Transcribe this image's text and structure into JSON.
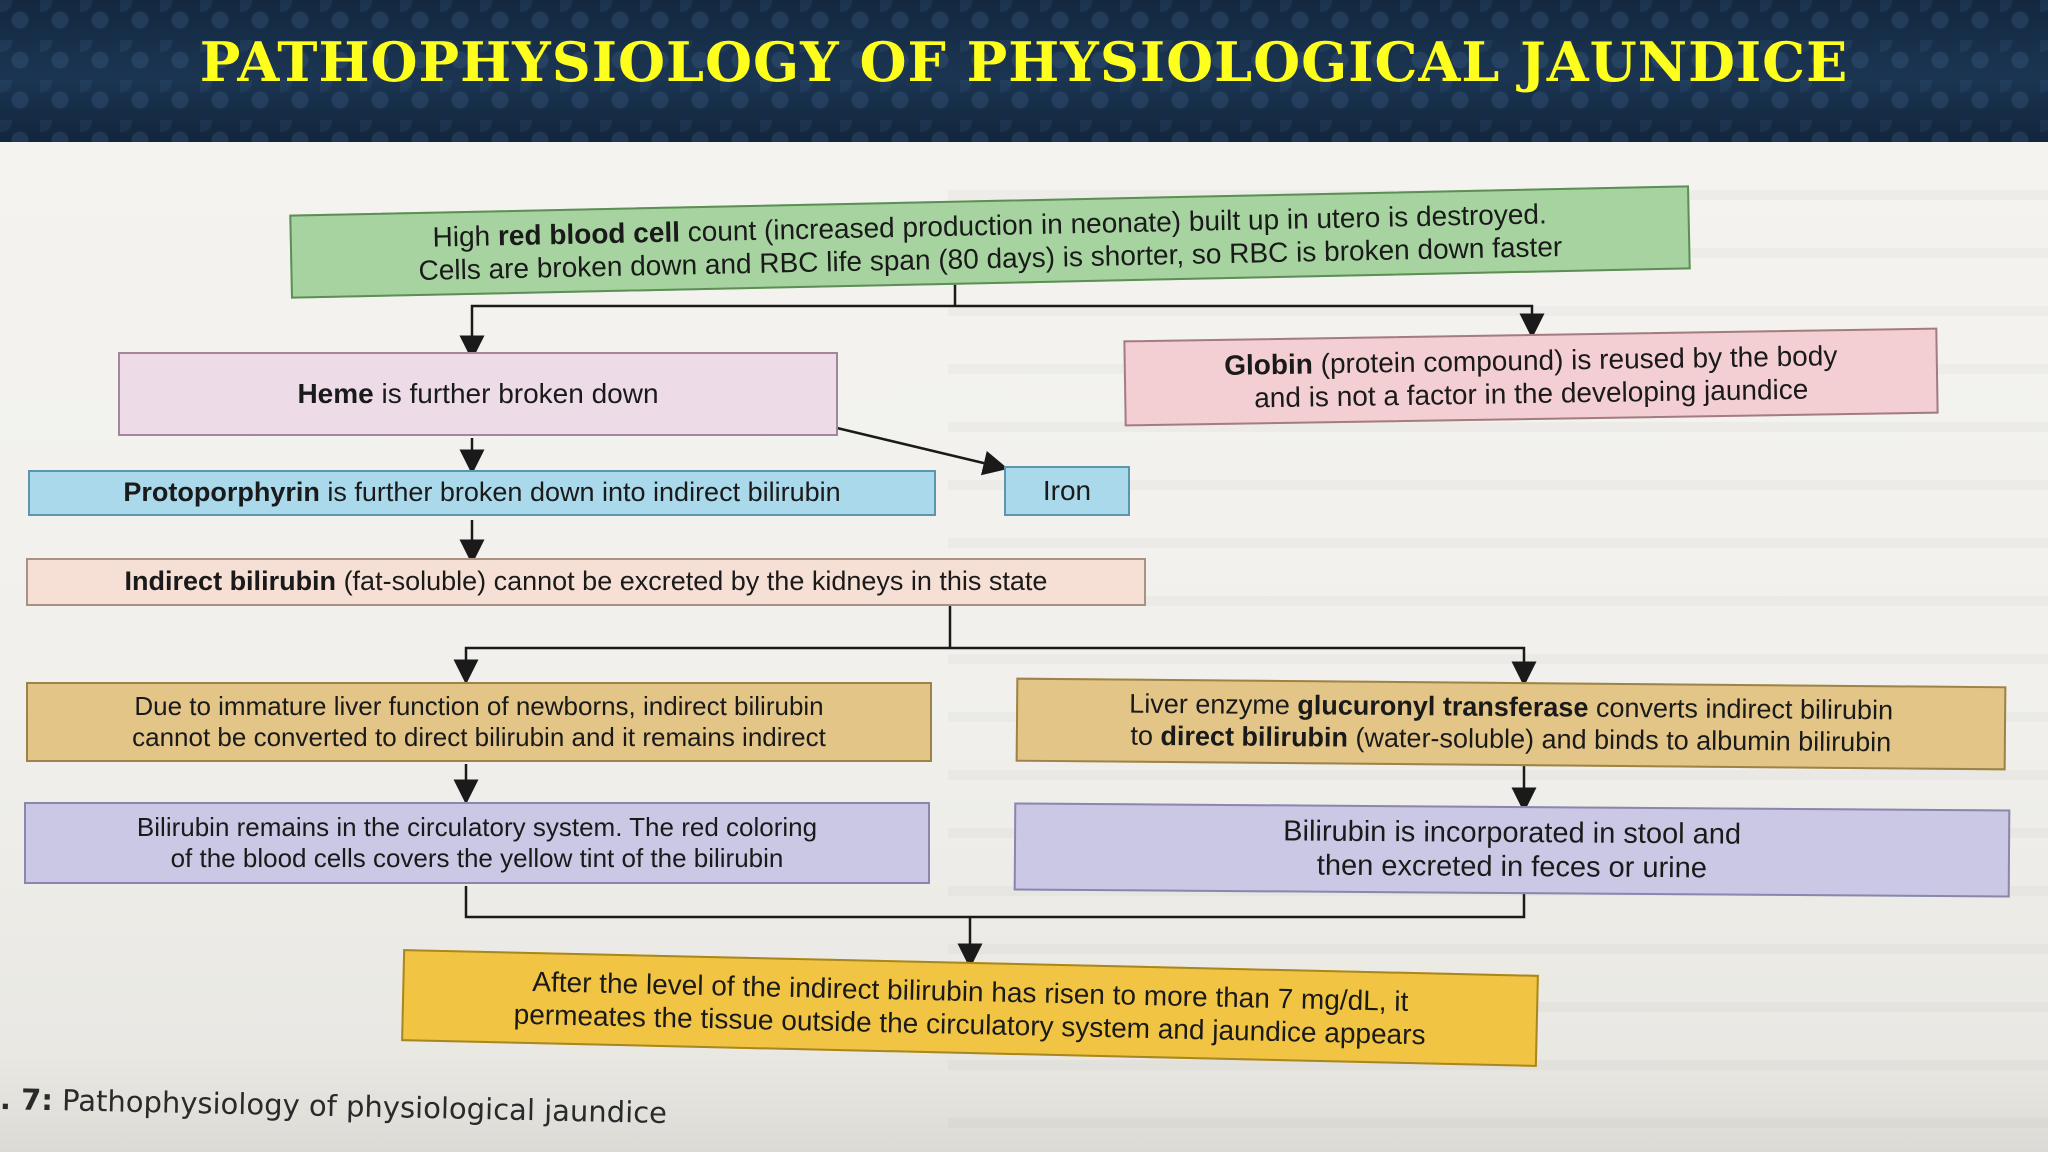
{
  "slide": {
    "title": "PATHOPHYSIOLOGY OF PHYSIOLOGICAL JAUNDICE"
  },
  "diagram": {
    "rbc": {
      "pre": "High ",
      "bold": "red blood cell",
      "post": " count (increased production in neonate) built up in utero is destroyed.",
      "line2": "Cells are broken down and RBC life span (80 days) is shorter, so RBC is broken down faster"
    },
    "heme": {
      "bold": "Heme",
      "rest": " is further broken down"
    },
    "globin": {
      "bold": "Globin",
      "rest": " (protein compound) is reused by the body",
      "line2": "and is not a factor in the developing jaundice"
    },
    "protoporphyrin": {
      "bold": "Protoporphyrin",
      "rest": " is further broken down into indirect bilirubin"
    },
    "iron": {
      "label": "Iron"
    },
    "indirect": {
      "bold": "Indirect bilirubin",
      "rest": " (fat-soluble) cannot be excreted by the kidneys in this state"
    },
    "immature": {
      "line1": "Due to immature liver function of newborns, indirect bilirubin",
      "line2": "cannot be converted to direct bilirubin and it remains indirect"
    },
    "enzyme": {
      "pre": "Liver enzyme ",
      "bold": "glucuronyl transferase",
      "post": " converts indirect bilirubin",
      "line2_pre": "to ",
      "line2_bold": "direct bilirubin",
      "line2_post": " (water-soluble) and binds to albumin bilirubin"
    },
    "remains": {
      "line1": "Bilirubin remains in the circulatory system. The red coloring",
      "line2": "of the blood cells covers the yellow tint of the bilirubin"
    },
    "stool": {
      "line1": "Bilirubin is incorporated in stool and",
      "line2": "then excreted in feces or urine"
    },
    "final": {
      "line1": "After the level of the indirect bilirubin has risen to more than 7 mg/dL, it",
      "line2": "permeates the tissue outside the circulatory system and jaundice appears"
    }
  },
  "caption": {
    "number": ". 7:",
    "text": " Pathophysiology of physiological jaundice"
  }
}
